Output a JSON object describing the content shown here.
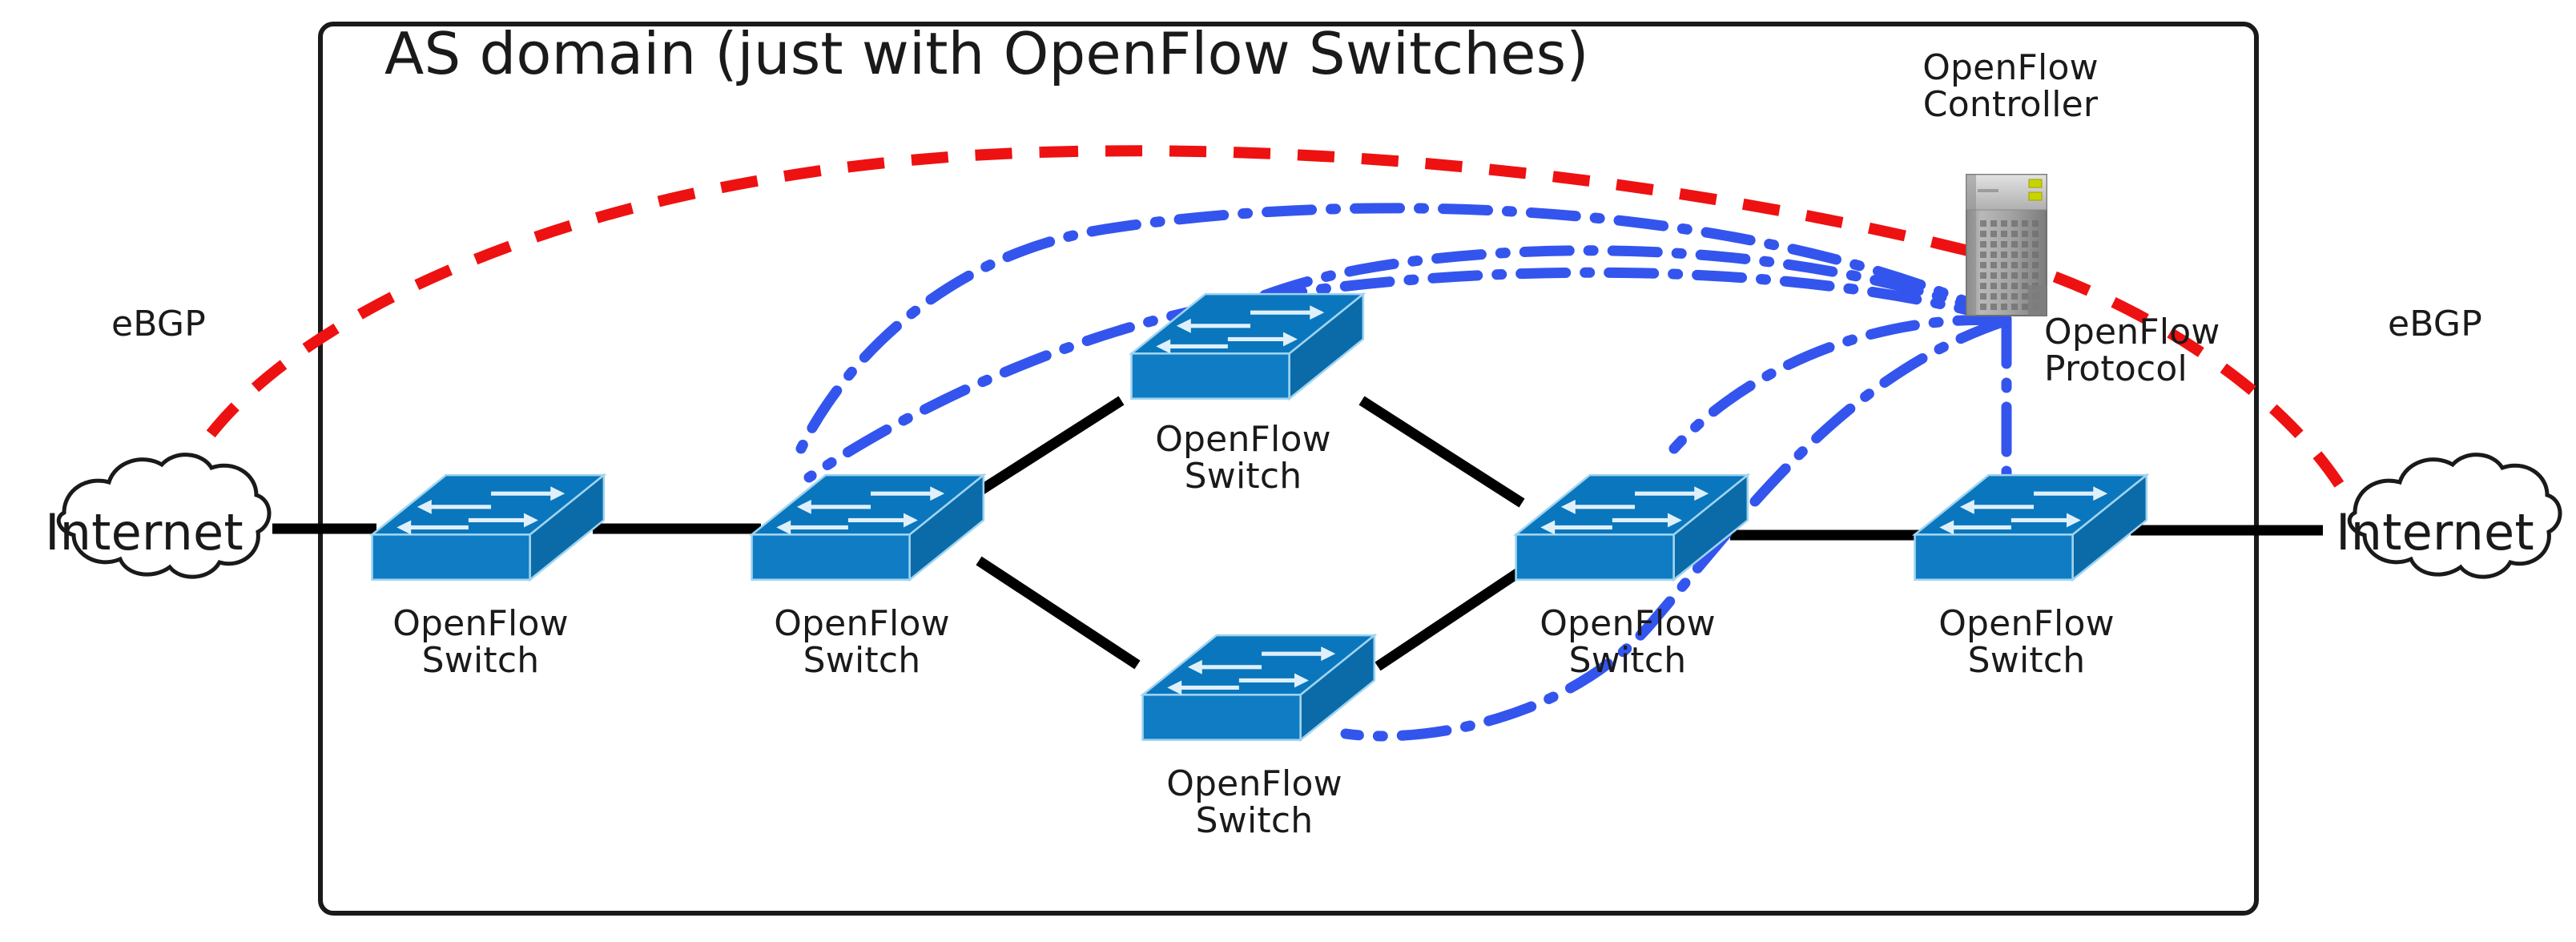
{
  "diagram": {
    "title": "AS domain (just with OpenFlow Switches)",
    "domain_box": {
      "label": "as-domain-boundary"
    },
    "colors": {
      "switch_blue": "#0a76bd",
      "switch_blue_front": "#0f7cc4",
      "switch_blue_side": "#0b6ba9",
      "switch_edge_light": "#9fd4f0",
      "ebgp_red": "#ee1111",
      "openflow_blue": "#3355ee",
      "link_black": "#000000",
      "border_black": "#1a1a1a",
      "server_grey": "#9a9a9a",
      "server_led": "#c8d400"
    },
    "clouds": [
      {
        "name": "internet-cloud-left",
        "label": "Internet"
      },
      {
        "name": "internet-cloud-right",
        "label": "Internet"
      }
    ],
    "ebgp_labels": [
      {
        "name": "ebgp-label-left",
        "text": "eBGP"
      },
      {
        "name": "ebgp-label-right",
        "text": "eBGP"
      }
    ],
    "controller": {
      "label": "OpenFlow\nController",
      "icon": "server-rack-icon"
    },
    "protocol": {
      "label": "OpenFlow\nProtocol",
      "line_style": "dash-dot",
      "color": "#3355ee"
    },
    "switches": [
      {
        "id": "switch-1",
        "label": "OpenFlow\nSwitch"
      },
      {
        "id": "switch-2",
        "label": "OpenFlow\nSwitch"
      },
      {
        "id": "switch-3",
        "label": "OpenFlow\nSwitch"
      },
      {
        "id": "switch-4",
        "label": "OpenFlow\nSwitch"
      },
      {
        "id": "switch-5",
        "label": "OpenFlow\nSwitch"
      },
      {
        "id": "switch-6",
        "label": "OpenFlow\nSwitch"
      }
    ],
    "legend_semantics": {
      "black_solid": "data plane link",
      "red_dashed": "eBGP session",
      "blue_dash_dot": "OpenFlow Protocol control channel"
    }
  }
}
